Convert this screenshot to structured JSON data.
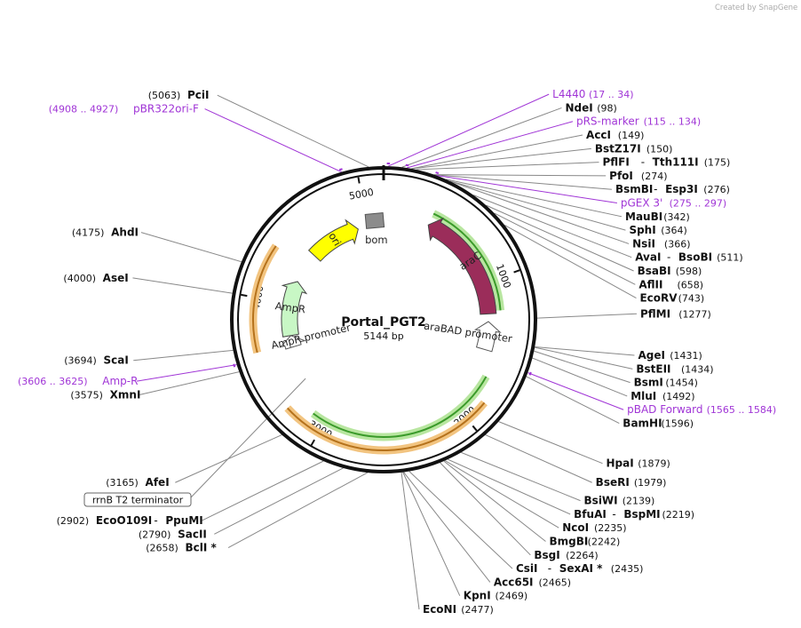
{
  "watermark": "Created by SnapGene",
  "plasmid": {
    "name": "Portal_PGT2",
    "size_label": "5144 bp",
    "length": 5144
  },
  "ticks": [
    1000,
    2000,
    3000,
    4000,
    5000
  ],
  "features": [
    {
      "name": "ori",
      "start": 4470,
      "end": 4920,
      "direction": "cw",
      "color": "#ffff00",
      "track": 3
    },
    {
      "name": "araC",
      "start": 1240,
      "end": 360,
      "direction": "ccw",
      "color": "#9b2d5a",
      "track": 1
    },
    {
      "name": "araBAD promoter",
      "start": 1520,
      "end": 1300,
      "direction": "ccw",
      "color": "#ffffff",
      "track": 1
    },
    {
      "name": "AmpR",
      "start": 3720,
      "end": 4200,
      "direction": "cw",
      "color": "#c8f7c5",
      "track": 3
    },
    {
      "name": "AmpR promoter",
      "start": 3620,
      "end": 3720,
      "direction": "cw",
      "color": "#ffffff",
      "track": 3
    },
    {
      "name": "bom",
      "start": 5040,
      "end": 5100,
      "direction": "none",
      "color": "#8c8c8c",
      "track": 3
    }
  ],
  "highlights": [
    {
      "start": 1220,
      "end": 360,
      "color": "#b8e6a0",
      "inner": "#3a9a2a",
      "track": 2
    },
    {
      "start": 3100,
      "end": 1700,
      "color": "#b8e6a0",
      "inner": "#3a9a2a",
      "track": 2
    },
    {
      "start": 3650,
      "end": 4350,
      "color": "#f2c480",
      "inner": "#b5721c",
      "track": 4
    },
    {
      "start": 3250,
      "end": 1850,
      "color": "#f2c480",
      "inner": "#b5721c",
      "track": 4
    }
  ],
  "sites": [
    {
      "name": "PciI",
      "pos": "(5063)",
      "bp": 5063
    },
    {
      "name": "NdeI",
      "pos": "(98)",
      "bp": 98
    },
    {
      "name": "AccI",
      "pos": "(149)",
      "bp": 149
    },
    {
      "name": "BstZ17I",
      "pos": "(150)",
      "bp": 150
    },
    {
      "name": "PflFI",
      "name2": "Tth111I",
      "pos": "(175)",
      "bp": 175
    },
    {
      "name": "PfoI",
      "pos": "(274)",
      "bp": 274
    },
    {
      "name": "BsmBI",
      "name2": "Esp3I",
      "pos": "(276)",
      "bp": 276
    },
    {
      "name": "MauBI",
      "pos": "(342)",
      "bp": 342
    },
    {
      "name": "SphI",
      "pos": "(364)",
      "bp": 364
    },
    {
      "name": "NsiI",
      "pos": "(366)",
      "bp": 366
    },
    {
      "name": "AvaI",
      "name2": "BsoBI",
      "pos": "(511)",
      "bp": 511
    },
    {
      "name": "BsaBI",
      "pos": "(598)",
      "bp": 598
    },
    {
      "name": "AflII",
      "pos": "(658)",
      "bp": 658
    },
    {
      "name": "EcoRV",
      "pos": "(743)",
      "bp": 743
    },
    {
      "name": "PflMI",
      "pos": "(1277)",
      "bp": 1277
    },
    {
      "name": "AgeI",
      "pos": "(1431)",
      "bp": 1431
    },
    {
      "name": "BstEII",
      "pos": "(1434)",
      "bp": 1434
    },
    {
      "name": "BsmI",
      "pos": "(1454)",
      "bp": 1454
    },
    {
      "name": "MluI",
      "pos": "(1492)",
      "bp": 1492
    },
    {
      "name": "BamHI",
      "pos": "(1596)",
      "bp": 1596
    },
    {
      "name": "HpaI",
      "pos": "(1879)",
      "bp": 1879
    },
    {
      "name": "BseRI",
      "pos": "(1979)",
      "bp": 1979
    },
    {
      "name": "BsiWI",
      "pos": "(2139)",
      "bp": 2139
    },
    {
      "name": "BfuAI",
      "name2": "BspMI",
      "pos": "(2219)",
      "bp": 2219
    },
    {
      "name": "NcoI",
      "pos": "(2235)",
      "bp": 2235
    },
    {
      "name": "BmgBI",
      "pos": "(2242)",
      "bp": 2242
    },
    {
      "name": "BsgI",
      "pos": "(2264)",
      "bp": 2264
    },
    {
      "name": "CsiI",
      "name2": "SexAI *",
      "pos": "(2435)",
      "bp": 2435
    },
    {
      "name": "Acc65I",
      "pos": "(2465)",
      "bp": 2465
    },
    {
      "name": "KpnI",
      "pos": "(2469)",
      "bp": 2469
    },
    {
      "name": "EcoNI",
      "pos": "(2477)",
      "bp": 2477
    },
    {
      "name": "BclI *",
      "pos": "(2658)",
      "bp": 2658
    },
    {
      "name": "SacII",
      "pos": "(2790)",
      "bp": 2790
    },
    {
      "name": "EcoO109I",
      "name2": "PpuMI",
      "pos": "(2902)",
      "bp": 2902
    },
    {
      "name": "AfeI",
      "pos": "(3165)",
      "bp": 3165
    },
    {
      "name": "XmnI",
      "pos": "(3575)",
      "bp": 3575
    },
    {
      "name": "ScaI",
      "pos": "(3694)",
      "bp": 3694
    },
    {
      "name": "AseI",
      "pos": "(4000)",
      "bp": 4000
    },
    {
      "name": "AhdI",
      "pos": "(4175)",
      "bp": 4175
    }
  ],
  "primers": [
    {
      "name": "L4440",
      "range": "(17 .. 34)",
      "bp": 25
    },
    {
      "name": "pRS-marker",
      "range": "(115 .. 134)",
      "bp": 124
    },
    {
      "name": "pGEX 3'",
      "range": "(275 .. 297)",
      "bp": 286
    },
    {
      "name": "pBAD Forward",
      "range": "(1565 .. 1584)",
      "bp": 1574
    },
    {
      "name": "Amp-R",
      "range": "(3606 .. 3625)",
      "bp": 3615
    },
    {
      "name": "pBR322ori-F",
      "range": "(4908 .. 4927)",
      "bp": 4917
    }
  ],
  "terminator": {
    "label": "rrnB T2 terminator",
    "bp": 3330
  }
}
